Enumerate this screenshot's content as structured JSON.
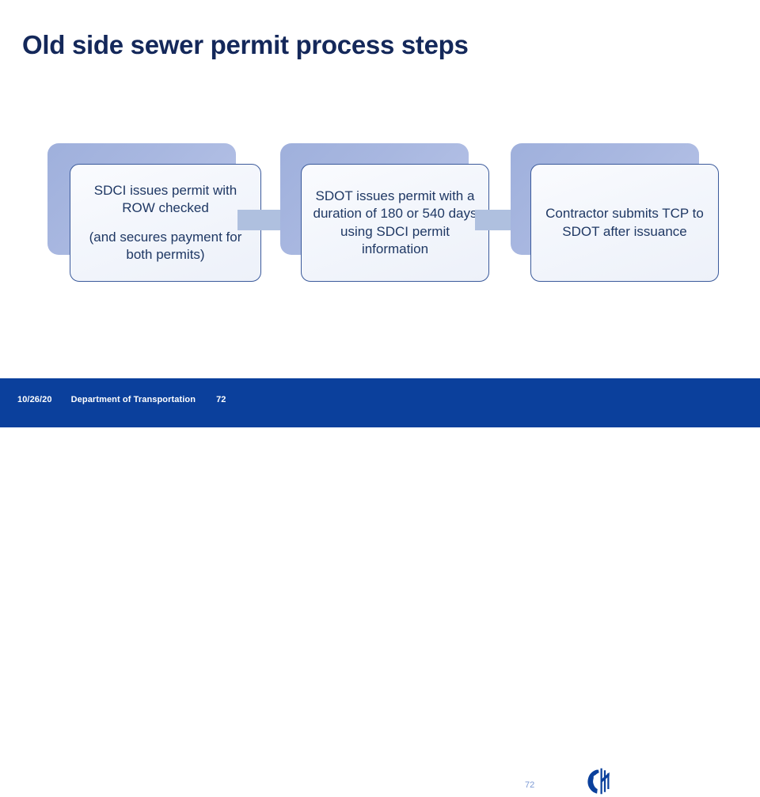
{
  "slide": {
    "title": "Old side sewer permit process steps",
    "background_color": "#FFFFFF",
    "title_color": "#14285A"
  },
  "diagram": {
    "type": "process-flow",
    "orientation": "left-to-right",
    "accent_color": "#1F3864",
    "shadow_color": "#A8B7E0",
    "arrow_color": "#AFC0DF",
    "card_border_color": "#3B5A9B",
    "steps": [
      {
        "id": "step-1",
        "lines": [
          "SDCI issues permit with ROW checked",
          "(and secures payment for both permits)"
        ]
      },
      {
        "id": "step-2",
        "lines": [
          "SDOT issues permit with a duration of 180 or 540 days using SDCI permit information"
        ]
      },
      {
        "id": "step-3",
        "lines": [
          "Contractor submits TCP to SDOT after issuance"
        ]
      }
    ],
    "arrows": [
      {
        "id": "arrow-1",
        "from": "step-1",
        "to": "step-2",
        "icon": "right-arrow-icon"
      },
      {
        "id": "arrow-2",
        "from": "step-2",
        "to": "step-3",
        "icon": "right-arrow-icon"
      }
    ]
  },
  "footer": {
    "background_color": "#0B409C",
    "date": "10/26/20",
    "department": "Department of Transportation",
    "number": "72",
    "slide_number": "72",
    "brand_name": "City of Seattle",
    "brand_logo_icon": "city-of-seattle-seal-icon"
  }
}
